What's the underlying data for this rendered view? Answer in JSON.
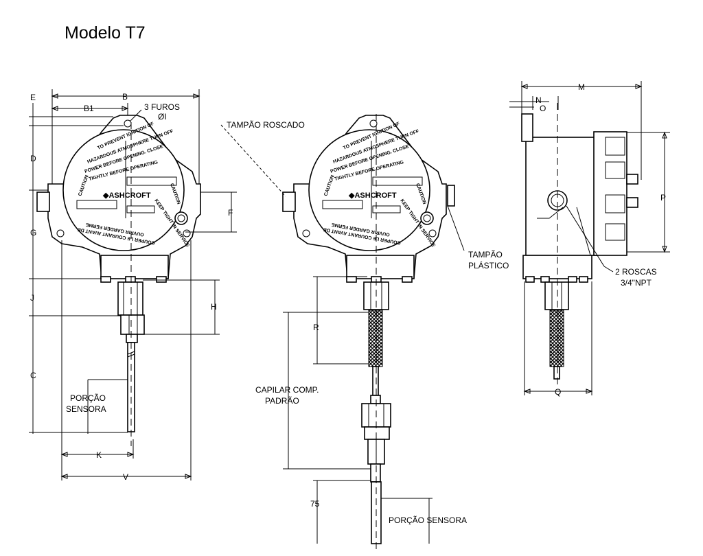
{
  "title": "Modelo T7",
  "dimensions": {
    "E": "E",
    "B": "B",
    "B1": "B1",
    "D": "D",
    "G": "G",
    "J": "J",
    "C": "C",
    "F": "F",
    "H": "H",
    "K": "K",
    "V": "V",
    "R": "R",
    "M": "M",
    "N": "N",
    "O": "O",
    "P": "P",
    "Q": "Q",
    "d75": "75"
  },
  "callouts": {
    "furos_1": "3 FUROS",
    "furos_2": "ØI",
    "tampao_roscado": "TAMPÃO ROSCADO",
    "tampao_plastico_1": "TAMPÃO",
    "tampao_plastico_2": "PLÁSTICO",
    "roscas_1": "2 ROSCAS",
    "roscas_2": "3/4\"NPT",
    "porcao_sensora_1": "PORÇÃO",
    "porcao_sensora_2": "SENSORA",
    "porcao_sensora_full": "PORÇÃO SENSORA",
    "capilar_1": "CAPILAR COMP.",
    "capilar_2": "PADRÃO"
  },
  "housing_text": {
    "brand": "ASHCROFT",
    "caution": "CAUTION",
    "warning_line_1": "TO PREVENT IGNITION OF",
    "warning_line_2": "HAZARDOUS ATMOSPHERE TURN OFF",
    "warning_line_3": "POWER BEFORE OPENING. CLOSE",
    "warning_line_4": "TIGHTLY BEFORE OPERATING",
    "keep_tight_1": "KEEP TIGHT IN SERVICE",
    "keep_tight_2": "COUPER LE COURANT AVANT DE",
    "keep_tight_3": "OUVRIR GARDER FERME"
  }
}
